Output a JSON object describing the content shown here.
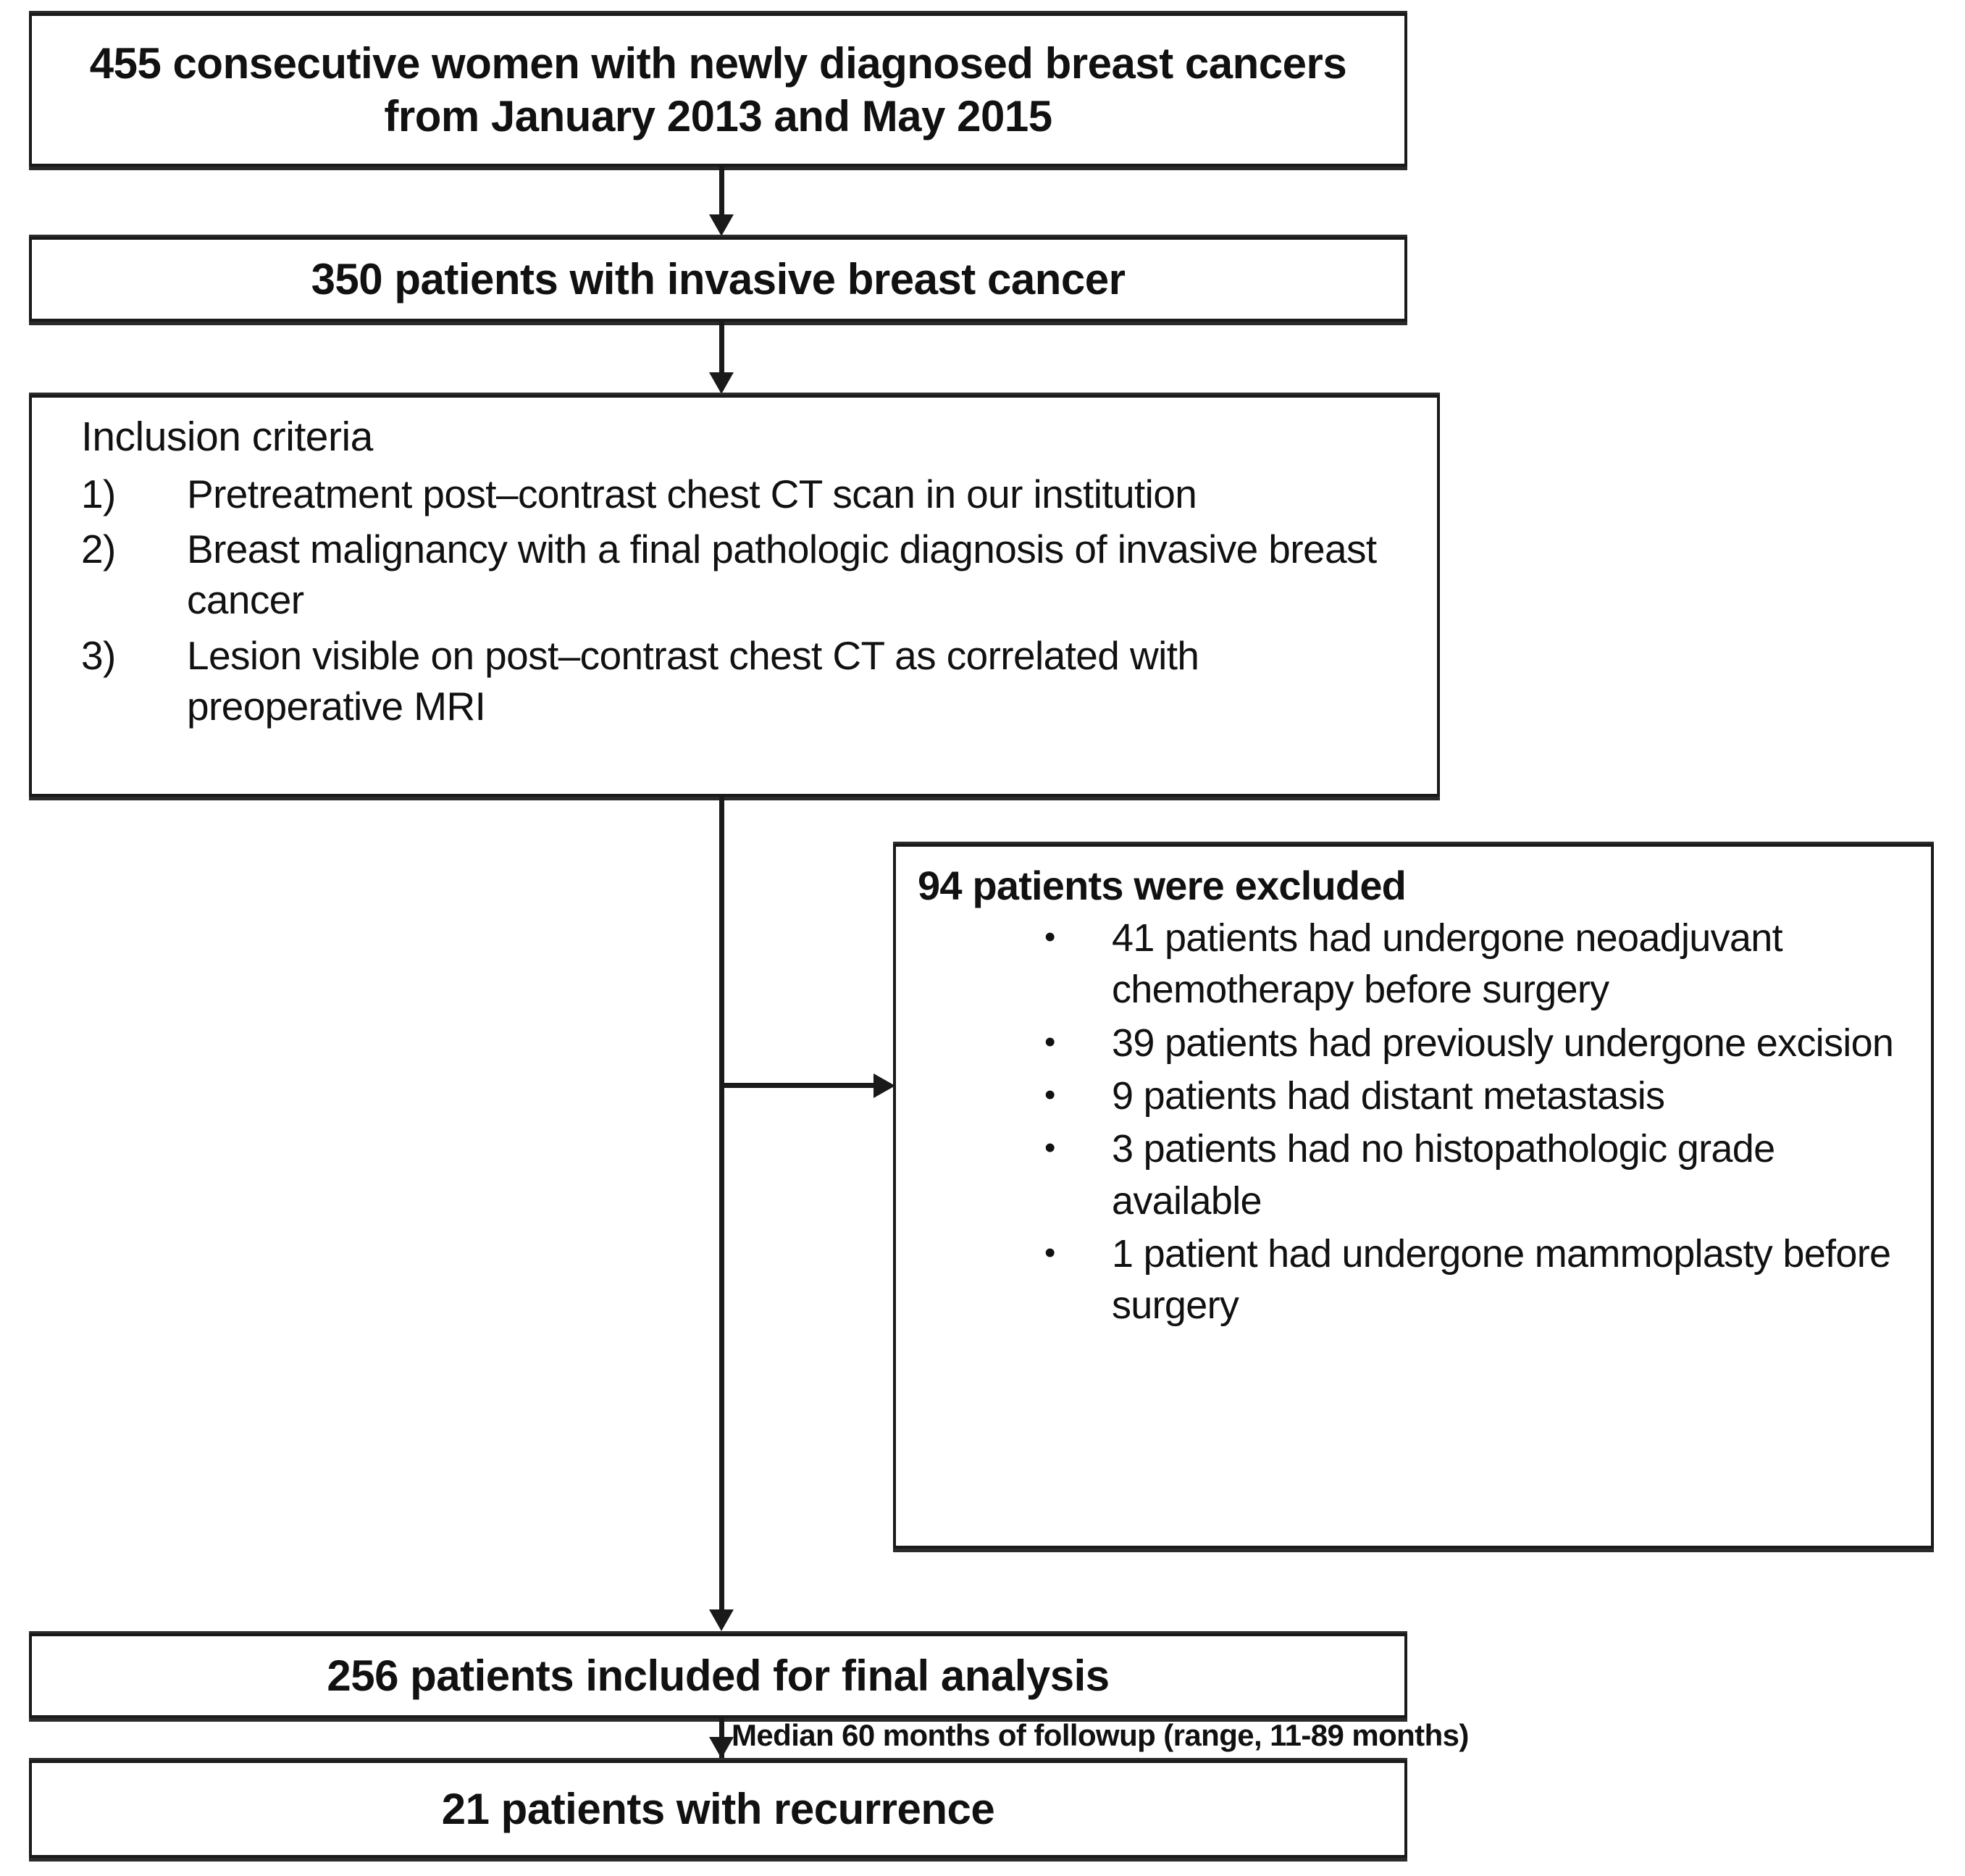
{
  "figure": {
    "type": "flowchart",
    "orientation": "top-to-bottom"
  },
  "nodes": {
    "cohort": {
      "line1": "455 consecutive women with newly diagnosed breast cancers",
      "line2": "from January 2013 and May 2015"
    },
    "invasive": {
      "label": "350 patients with invasive breast cancer"
    },
    "inclusion": {
      "title": "Inclusion criteria",
      "items": [
        {
          "marker": "1)",
          "text": "Pretreatment post–contrast chest CT scan in our institution"
        },
        {
          "marker": "2)",
          "text": "Breast malignancy with a final pathologic diagnosis of invasive breast cancer"
        },
        {
          "marker": "3)",
          "text": "Lesion visible on post–contrast chest CT as correlated with preoperative MRI"
        }
      ]
    },
    "exclusion": {
      "title": "94 patients were excluded",
      "bullet": "•",
      "items": [
        "41 patients had undergone neoadjuvant chemotherapy before surgery",
        "39 patients had previously undergone excision",
        "9 patients had distant metastasis",
        "3 patients had no histopathologic grade available",
        "1 patient had undergone mammoplasty before surgery"
      ]
    },
    "final": {
      "label": "256 patients included for final analysis"
    },
    "recurrence": {
      "label": "21 patients with recurrence"
    }
  },
  "edges": {
    "followup_label": "Median 60 months of followup (range, 11-89 months)"
  },
  "colors": {
    "stroke": "#1a1a1a",
    "box_fill": "#ffffff",
    "text": "#111111",
    "shadow": "#2b2b2b"
  }
}
